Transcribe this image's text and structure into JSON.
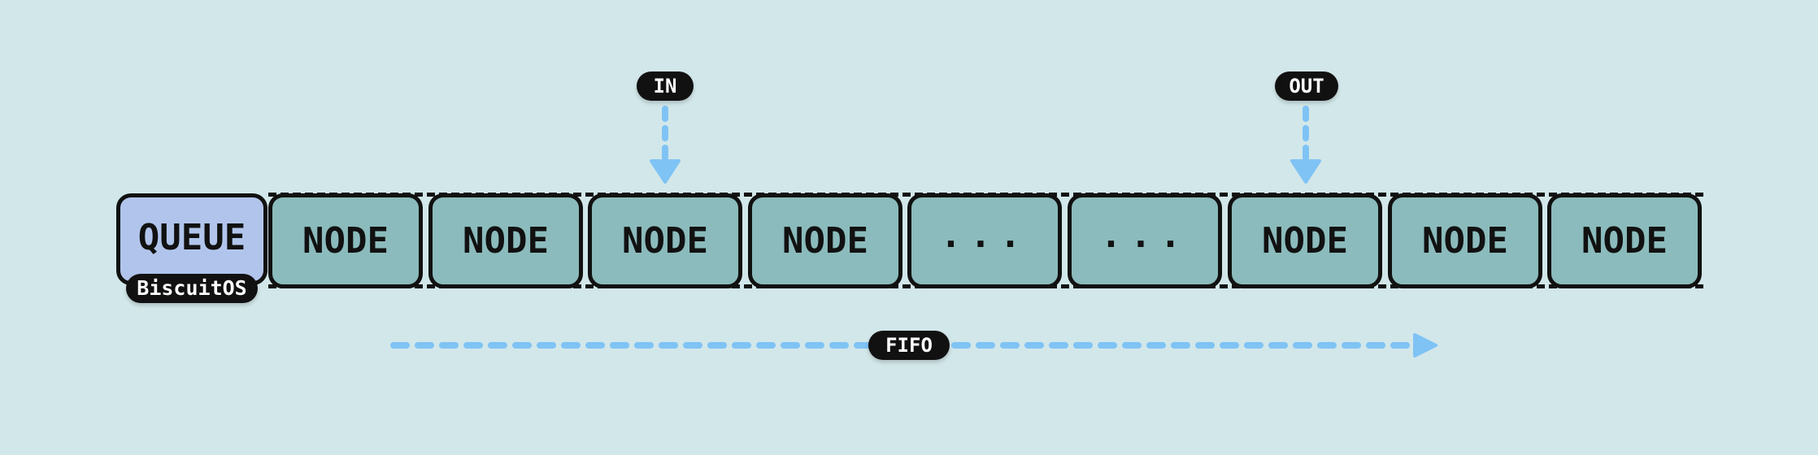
{
  "queue": {
    "label": "QUEUE",
    "brand": "BiscuitOS"
  },
  "nodes": [
    {
      "label": "NODE"
    },
    {
      "label": "NODE"
    },
    {
      "label": "NODE"
    },
    {
      "label": "NODE"
    },
    {
      "label": "..."
    },
    {
      "label": "..."
    },
    {
      "label": "NODE"
    },
    {
      "label": "NODE"
    },
    {
      "label": "NODE"
    }
  ],
  "markers": {
    "in_label": "IN",
    "out_label": "OUT",
    "in_node_index": 2,
    "out_node_index": 6
  },
  "flow": {
    "label": "FIFO"
  },
  "colors": {
    "background": "#d2e7e9",
    "queue_fill": "#b1c5ec",
    "node_fill": "#8bbbbc",
    "arrow": "#7fc3f5",
    "outline": "#111111"
  }
}
